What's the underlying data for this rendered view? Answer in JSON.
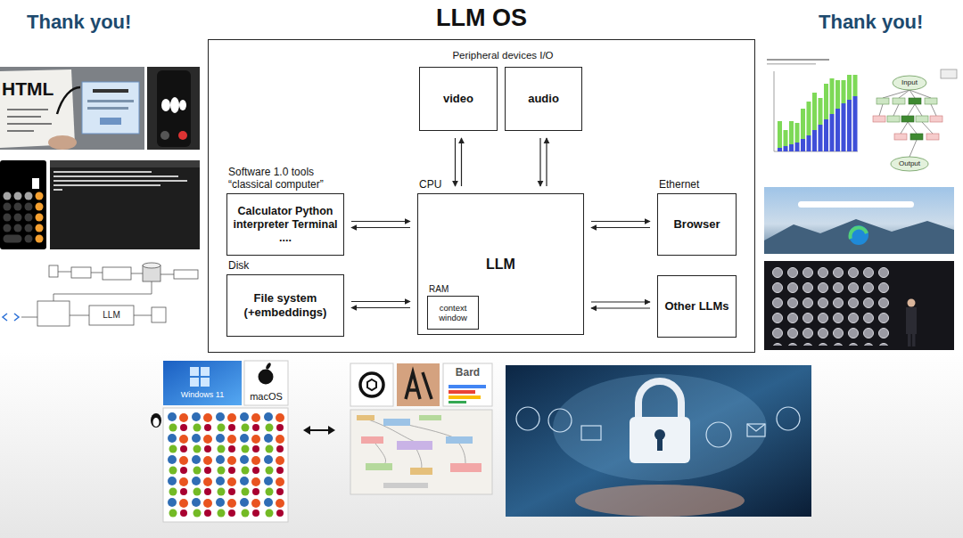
{
  "diagram": {
    "title": "LLM OS",
    "nodes": [
      {
        "text": [
          "video"
        ]
      },
      {
        "text": [
          "audio"
        ]
      },
      {
        "text": [
          "Software 1.0 tools “classical computer”",
          "Calculator Python interpreter Terminal ...."
        ]
      },
      {
        "text": [
          "Disk",
          "File system (+embeddings)"
        ]
      },
      {
        "text": [
          "CPU",
          "LLM"
        ]
      },
      {
        "text": [
          "RAM",
          "context window"
        ],
        "in": 4
      },
      {
        "text": [
          "Ethernet",
          "Browser"
        ]
      },
      {
        "text": [
          "Other LLMs"
        ]
      }
    ],
    "edges": [
      {
        "from": 0,
        "to": 4,
        "arrow": "both"
      },
      {
        "from": 1,
        "to": 4,
        "arrow": "both"
      },
      {
        "from": 2,
        "to": 4,
        "arrow": "both"
      },
      {
        "from": 3,
        "to": 4,
        "arrow": "both"
      },
      {
        "from": 4,
        "to": 6,
        "arrow": "both"
      },
      {
        "from": 4,
        "to": 7,
        "arrow": "both"
      }
    ],
    "labels": [
      "Thank you!",
      "Thank you!",
      "Peripheral devices I/O",
      "HTML",
      "LLM",
      "Input",
      "Output",
      "Windows 11",
      "macOS",
      "Bard"
    ]
  }
}
